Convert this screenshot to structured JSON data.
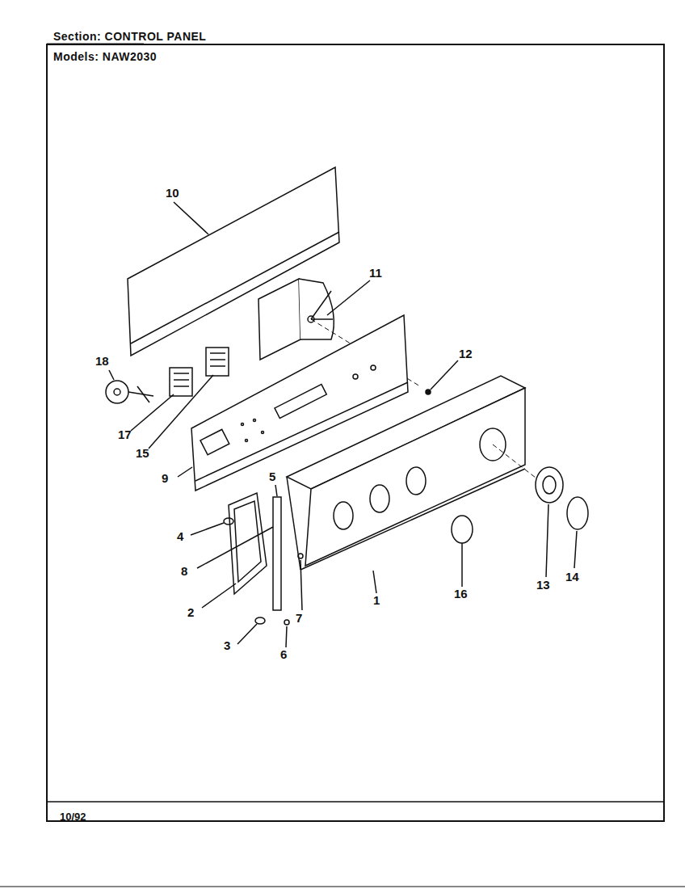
{
  "diagram": {
    "title": "Section: CONTROL PANEL",
    "labels": [
      "Models: NAW2030",
      "10",
      "11",
      "18",
      "12",
      "17",
      "15",
      "9",
      "5",
      "4",
      "8",
      "1",
      "16",
      "14",
      "13",
      "7",
      "2",
      "3",
      "6",
      "10/92"
    ]
  }
}
